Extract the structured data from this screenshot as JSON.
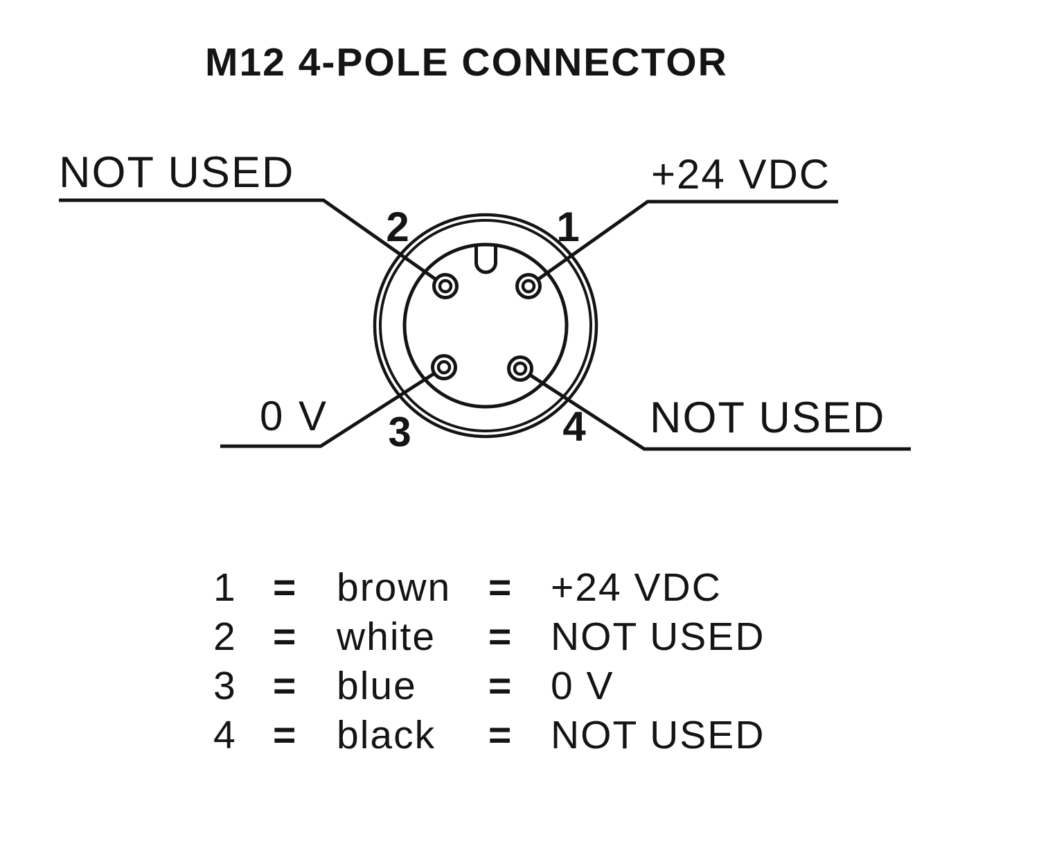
{
  "title": "M12 4-POLE CONNECTOR",
  "connector": {
    "pins": [
      {
        "number": "1",
        "wire": "brown",
        "signal": "+24 VDC"
      },
      {
        "number": "2",
        "wire": "white",
        "signal": "NOT USED"
      },
      {
        "number": "3",
        "wire": "blue",
        "signal": "0 V"
      },
      {
        "number": "4",
        "wire": "black",
        "signal": "NOT USED"
      }
    ]
  },
  "legend": {
    "eq": "="
  },
  "colors": {
    "ink": "#141414",
    "background": "#ffffff"
  }
}
